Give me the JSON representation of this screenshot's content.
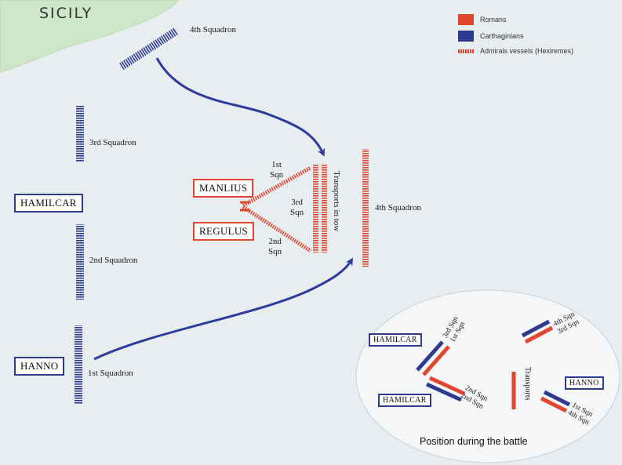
{
  "map": {
    "region_label": "SICILY",
    "colors": {
      "romans": "#e0452e",
      "carthaginians": "#2e3a8f",
      "land": "#cfe7c9",
      "sea": "#e8eef0",
      "arrow": "#2e3a9e",
      "inset_bg": "#f4f6f7"
    },
    "legend": {
      "romans": "Romans",
      "carthaginians": "Carthaginians",
      "admirals": "Admirals vessels (Hexiremes)"
    },
    "carthaginian": {
      "squadron_4": "4th Squadron",
      "squadron_3": "3rd Squadron",
      "squadron_2": "2nd Squadron",
      "squadron_1": "1st Squadron",
      "commander_center": "HAMILCAR",
      "commander_left": "HANNO"
    },
    "roman": {
      "commander_1": "MANLIUS",
      "commander_2": "REGULUS",
      "sqn_1": [
        "1st",
        "Sqn"
      ],
      "sqn_2": [
        "2nd",
        "Sqn"
      ],
      "sqn_3": [
        "3rd",
        "Sqn"
      ],
      "transports": "Transports in tow",
      "squadron_4": "4th Squadron"
    },
    "inset": {
      "caption": "Position during the battle",
      "hamilcar_top": "HAMILCAR",
      "hamilcar_bottom": "HAMILCAR",
      "hanno": "HANNO",
      "lbl_3rd_1st": [
        "3rd Sqn",
        "1st Sqn"
      ],
      "lbl_2nd_2nd": [
        "2nd Sqn",
        "2nd Sqn"
      ],
      "lbl_4th_3rd": [
        "4th Sqn",
        "3rd Sqn"
      ],
      "lbl_1st_4th": [
        "1st Sqn",
        "4th Sqn"
      ],
      "transports": "Transports"
    }
  }
}
